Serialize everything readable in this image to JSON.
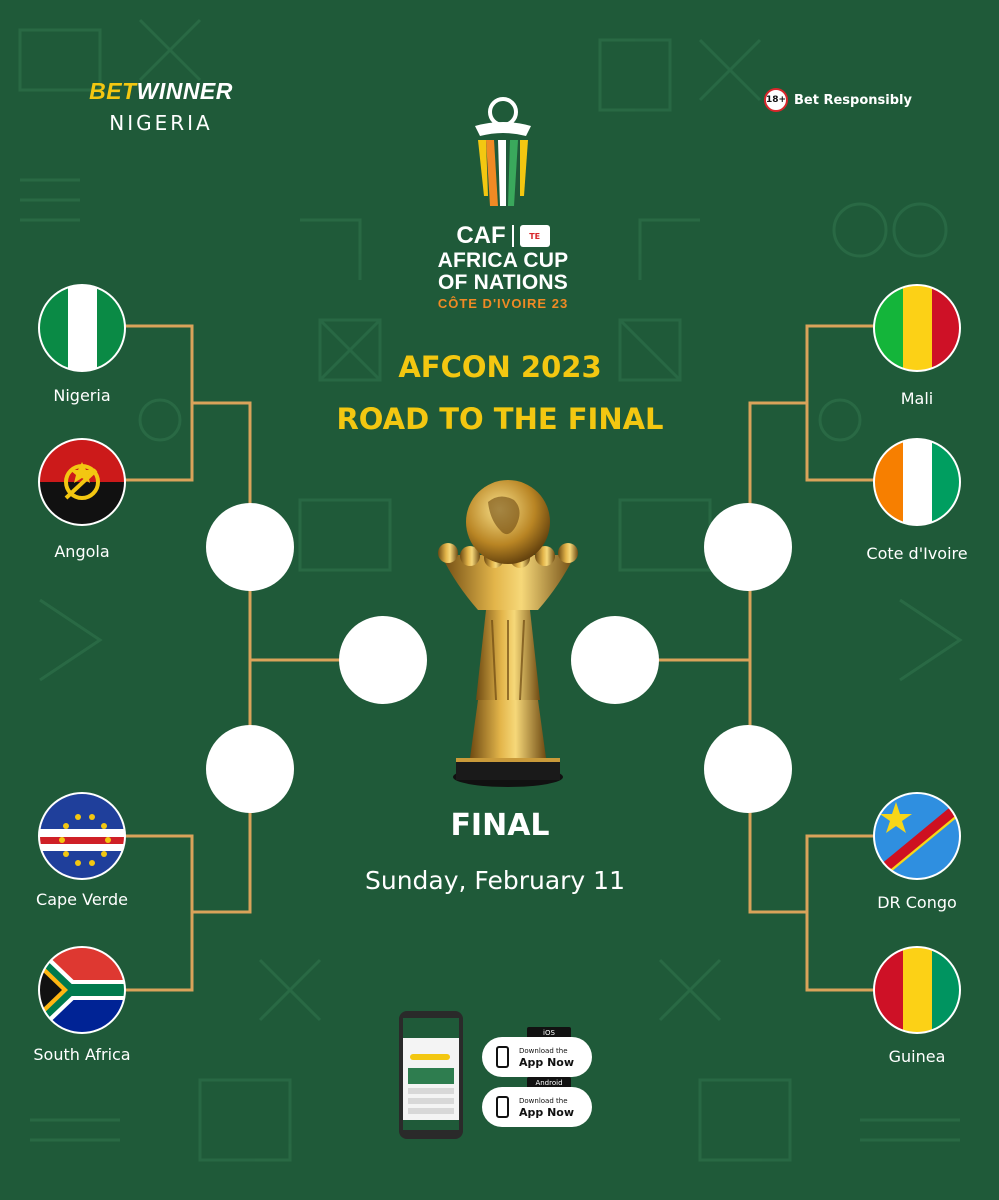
{
  "brand": {
    "name_part1": "BET",
    "name_part2": "WINNER",
    "country": "NIGERIA"
  },
  "responsible": {
    "age_badge": "18+",
    "text": "Bet Responsibly"
  },
  "tournament_logo": {
    "caf": "CAF",
    "line1": "AFRICA CUP",
    "line2": "OF NATIONS",
    "host": "CÔTE D'IVOIRE 23"
  },
  "headline": {
    "line1": "AFCON 2023",
    "line2": "ROAD TO THE FINAL"
  },
  "final": {
    "title": "FINAL",
    "date": "Sunday, February 11"
  },
  "bracket": {
    "left": [
      {
        "name": "Nigeria",
        "flag": "nigeria-flag"
      },
      {
        "name": "Angola",
        "flag": "angola-flag"
      },
      {
        "name": "Cape Verde",
        "flag": "cape-verde-flag"
      },
      {
        "name": "South Africa",
        "flag": "south-africa-flag"
      }
    ],
    "right": [
      {
        "name": "Mali",
        "flag": "mali-flag"
      },
      {
        "name": "Cote d'Ivoire",
        "flag": "cote-divoire-flag"
      },
      {
        "name": "DR Congo",
        "flag": "dr-congo-flag"
      },
      {
        "name": "Guinea",
        "flag": "guinea-flag"
      }
    ]
  },
  "app": {
    "ios_tag": "iOS",
    "android_tag": "Android",
    "download_label": "Download the",
    "app_now_label": "App Now"
  },
  "colors": {
    "background": "#1f5a39",
    "accent_yellow": "#f3c711",
    "bracket_line": "#d9a35a",
    "white": "#ffffff"
  }
}
